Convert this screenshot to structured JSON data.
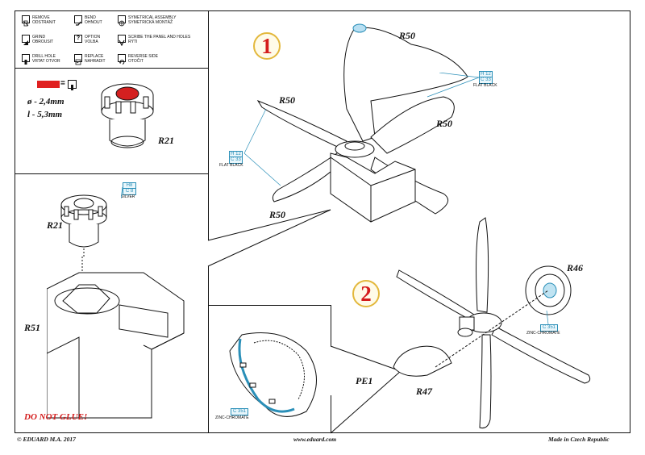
{
  "legend": {
    "items": [
      {
        "icon": "remove-icon",
        "line1": "REMOVE",
        "line2": "ODSTRANIT"
      },
      {
        "icon": "bend-icon",
        "line1": "BEND",
        "line2": "OHNOUT"
      },
      {
        "icon": "symmetry-icon",
        "line1": "SYMETRICAL ASSEMBLY",
        "line2": "SYMETRICKÁ MONTÁŽ"
      },
      {
        "icon": "grind-icon",
        "line1": "GRIND",
        "line2": "OBROUSIT"
      },
      {
        "icon": "option-icon",
        "line1": "OPTION",
        "line2": "VOLBA"
      },
      {
        "icon": "scribe-icon",
        "line1": "SCRIBE THE PANEL AND HOLES",
        "line2": "RÝTI"
      },
      {
        "icon": "drill-icon",
        "line1": "DRILL HOLE",
        "line2": "VRTAT OTVOR"
      },
      {
        "icon": "replace-icon",
        "line1": "REPLACE",
        "line2": "NAHRADIT"
      },
      {
        "icon": "reverse-icon",
        "line1": "REVERSE SIDE",
        "line2": "OTOČIT"
      }
    ],
    "drill_eq": "="
  },
  "dimensions": {
    "diameter": "ø - 2,4mm",
    "length": "l - 5,3mm"
  },
  "steps": [
    "1",
    "2"
  ],
  "parts": {
    "r21_top": "R21",
    "r21_mid": "R21",
    "r51": "R51",
    "r50_a": "R50",
    "r50_b": "R50",
    "r50_c": "R50",
    "r50_d": "R50",
    "r46": "R46",
    "r47": "R47",
    "pe1": "PE1"
  },
  "colors": {
    "h12_a": "H 12",
    "c33_a": "C 33",
    "flat_black_a": "FLAT BLACK",
    "h12_b": "H 12",
    "c33_b": "C 33",
    "flat_black_b": "FLAT BLACK",
    "h8": "H8",
    "c8": "C 8",
    "silver": "SILVER",
    "c351_a": "C 351",
    "zinc_a": "ZINC-CHROMATE",
    "c351_b": "C 351",
    "zinc_b": "ZINC-CHROMATE"
  },
  "warning": "DO NOT GLUE!",
  "footer": {
    "left": "© EDUARD  M.A. 2017",
    "center": "www.eduard.com",
    "right": "Made in Czech Republic"
  },
  "palette": {
    "accent_red": "#d41c1c",
    "callout_blue": "#2a8fb8",
    "step_ring": "#e3b83c"
  }
}
